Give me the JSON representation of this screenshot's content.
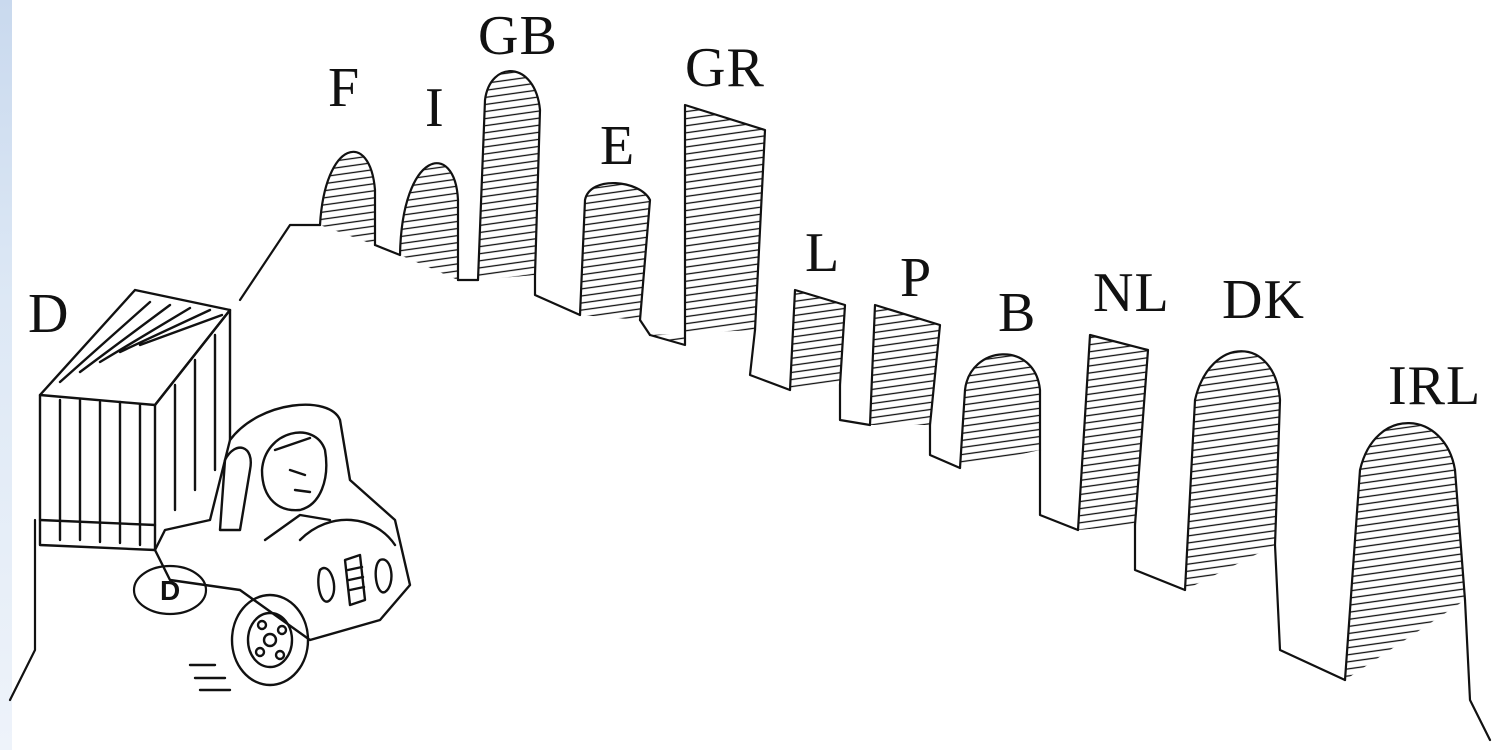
{
  "truck": {
    "country_label": "D",
    "plate": "D"
  },
  "gates": [
    {
      "label": "F"
    },
    {
      "label": "I"
    },
    {
      "label": "GB"
    },
    {
      "label": "E"
    },
    {
      "label": "GR"
    },
    {
      "label": "L"
    },
    {
      "label": "P"
    },
    {
      "label": "B"
    },
    {
      "label": "NL"
    },
    {
      "label": "DK"
    },
    {
      "label": "IRL"
    }
  ],
  "colors": {
    "ink": "#111111",
    "paper": "#ffffff"
  }
}
